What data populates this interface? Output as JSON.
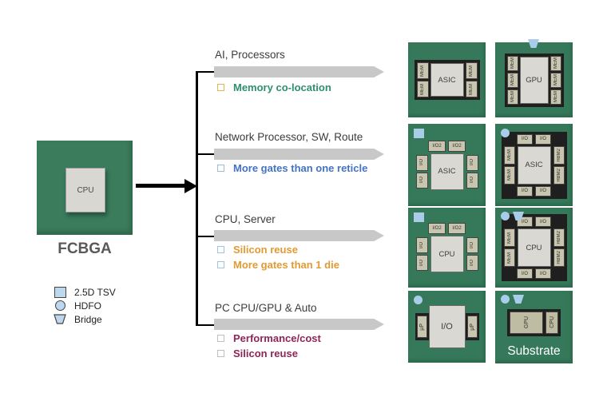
{
  "source": {
    "chip_label": "CPU",
    "package_name": "FCBGA"
  },
  "legend": {
    "items": [
      {
        "shape": "square",
        "label": "2.5D TSV"
      },
      {
        "shape": "circle",
        "label": "HDFO"
      },
      {
        "shape": "trapezoid",
        "label": "Bridge"
      }
    ]
  },
  "groups": [
    {
      "heading": "AI, Processors",
      "bullets": [
        {
          "text": "Memory co-location",
          "color": "#2E9070"
        }
      ]
    },
    {
      "heading": "Network Processor, SW, Route",
      "bullets": [
        {
          "text": "More gates than one reticle",
          "color": "#4472C4"
        }
      ]
    },
    {
      "heading": "CPU, Server",
      "bullets": [
        {
          "text": "Silicon reuse",
          "color": "#E29A33"
        },
        {
          "text": "More gates than 1 die",
          "color": "#E29A33"
        }
      ]
    },
    {
      "heading": "PC CPU/GPU & Auto",
      "bullets": [
        {
          "text": "Performance/cost",
          "color": "#8E2457"
        },
        {
          "text": "Silicon reuse",
          "color": "#8E2457"
        }
      ]
    }
  ],
  "packages": [
    {
      "icons": [],
      "center": "ASIC",
      "left": [
        "MEM",
        "MEM"
      ],
      "right": [
        "MEM",
        "MEM"
      ]
    },
    {
      "icons": [
        "Bridge"
      ],
      "center": "GPU",
      "left": [
        "MEM",
        "MEM",
        "MEM"
      ],
      "right": [
        "MEM",
        "MEM",
        "MEM"
      ]
    },
    {
      "icons": [
        "2.5D TSV"
      ],
      "center": "ASIC",
      "top": [
        "I/O2",
        "I/O2"
      ],
      "left": [
        "I/O",
        "I/O"
      ],
      "right": [
        "I/O",
        "I/O"
      ]
    },
    {
      "icons": [
        "HDFO"
      ],
      "center": "ASIC",
      "top": [
        "I/O",
        "I/O"
      ],
      "bottom": [
        "I/O",
        "I/O"
      ],
      "left": [
        "MEM",
        "MEM"
      ],
      "right": [
        "HBM2",
        "HBM2"
      ]
    },
    {
      "icons": [
        "2.5D TSV"
      ],
      "center": "CPU",
      "top": [
        "I/O2",
        "I/O2"
      ],
      "left": [
        "I/O",
        "I/O"
      ],
      "right": [
        "I/O",
        "I/O"
      ]
    },
    {
      "icons": [
        "HDFO",
        "Bridge"
      ],
      "center": "CPU",
      "top": [
        "I/O",
        "I/O"
      ],
      "bottom": [
        "I/O",
        "I/O"
      ],
      "left": [
        "MEM",
        "MEM"
      ],
      "right": [
        "HBM2",
        "HBM2"
      ]
    },
    {
      "icons": [
        "HDFO"
      ],
      "center": "I/O",
      "left": [
        "µP"
      ],
      "right": [
        "µP"
      ]
    },
    {
      "icons": [
        "HDFO",
        "Bridge"
      ],
      "dies": [
        "GPU",
        "CPU"
      ],
      "caption": "Substrate"
    }
  ],
  "colors": {
    "substrate_green": "#35795A",
    "interposer_black": "#1F1F1F",
    "arrow_gray": "#C8C8C8",
    "teal_text": "#2E9070",
    "blue_text": "#4472C4",
    "orange_text": "#E29A33",
    "maroon_text": "#8E2457",
    "legend_blue": "#BDD7EE"
  }
}
